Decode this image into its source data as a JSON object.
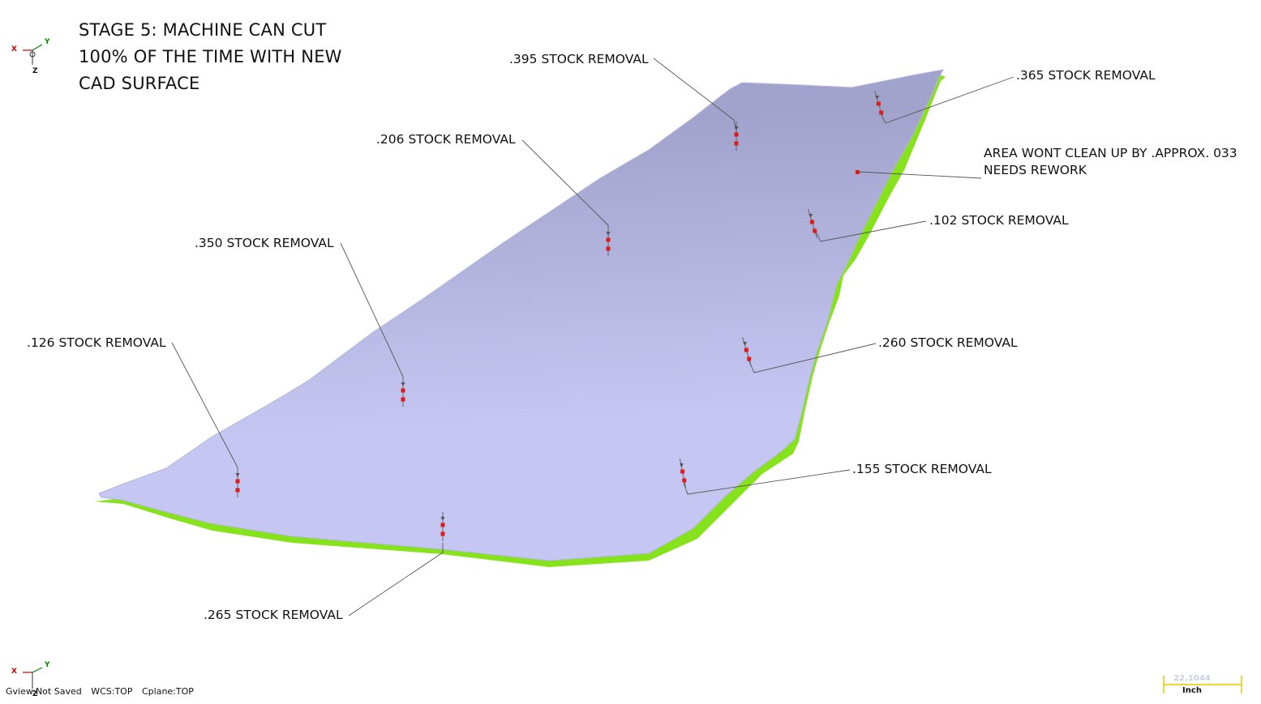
{
  "title_lines": [
    "STAGE 5: MACHINE CAN CUT",
    "100% OF THE TIME WITH NEW",
    "CAD SURFACE"
  ],
  "colors": {
    "surface_light": "#c5c7f2",
    "surface_dark": "#a2a3cc",
    "stock_edge": "#86e21b",
    "leader_line": "#555555",
    "point_marker": "#e01919",
    "axis_x": "#cc0000",
    "axis_y": "#008800",
    "text": "#111111"
  },
  "annotations": {
    "a395": ".395 STOCK REMOVAL",
    "a365": ".365 STOCK REMOVAL",
    "a206": ".206 STOCK REMOVAL",
    "rework_line1": "AREA WONT CLEAN UP BY .APPROX. 033",
    "rework_line2": "NEEDS REWORK",
    "a102": ".102 STOCK REMOVAL",
    "a350": ".350 STOCK REMOVAL",
    "a126": ".126 STOCK REMOVAL",
    "a260": ".260 STOCK REMOVAL",
    "a155": ".155 STOCK REMOVAL",
    "a265": ".265 STOCK REMOVAL"
  },
  "axis_top": {
    "x": "X",
    "y": "Y",
    "z": "Z"
  },
  "axis_bottom": {
    "x": "X",
    "y": "Y",
    "z": "Z"
  },
  "status": {
    "gview": "Gview:Not Saved",
    "wcs": "WCS:TOP",
    "cplane": "Cplane:TOP"
  },
  "scale": {
    "value": "22.1044",
    "unit": "Inch"
  }
}
